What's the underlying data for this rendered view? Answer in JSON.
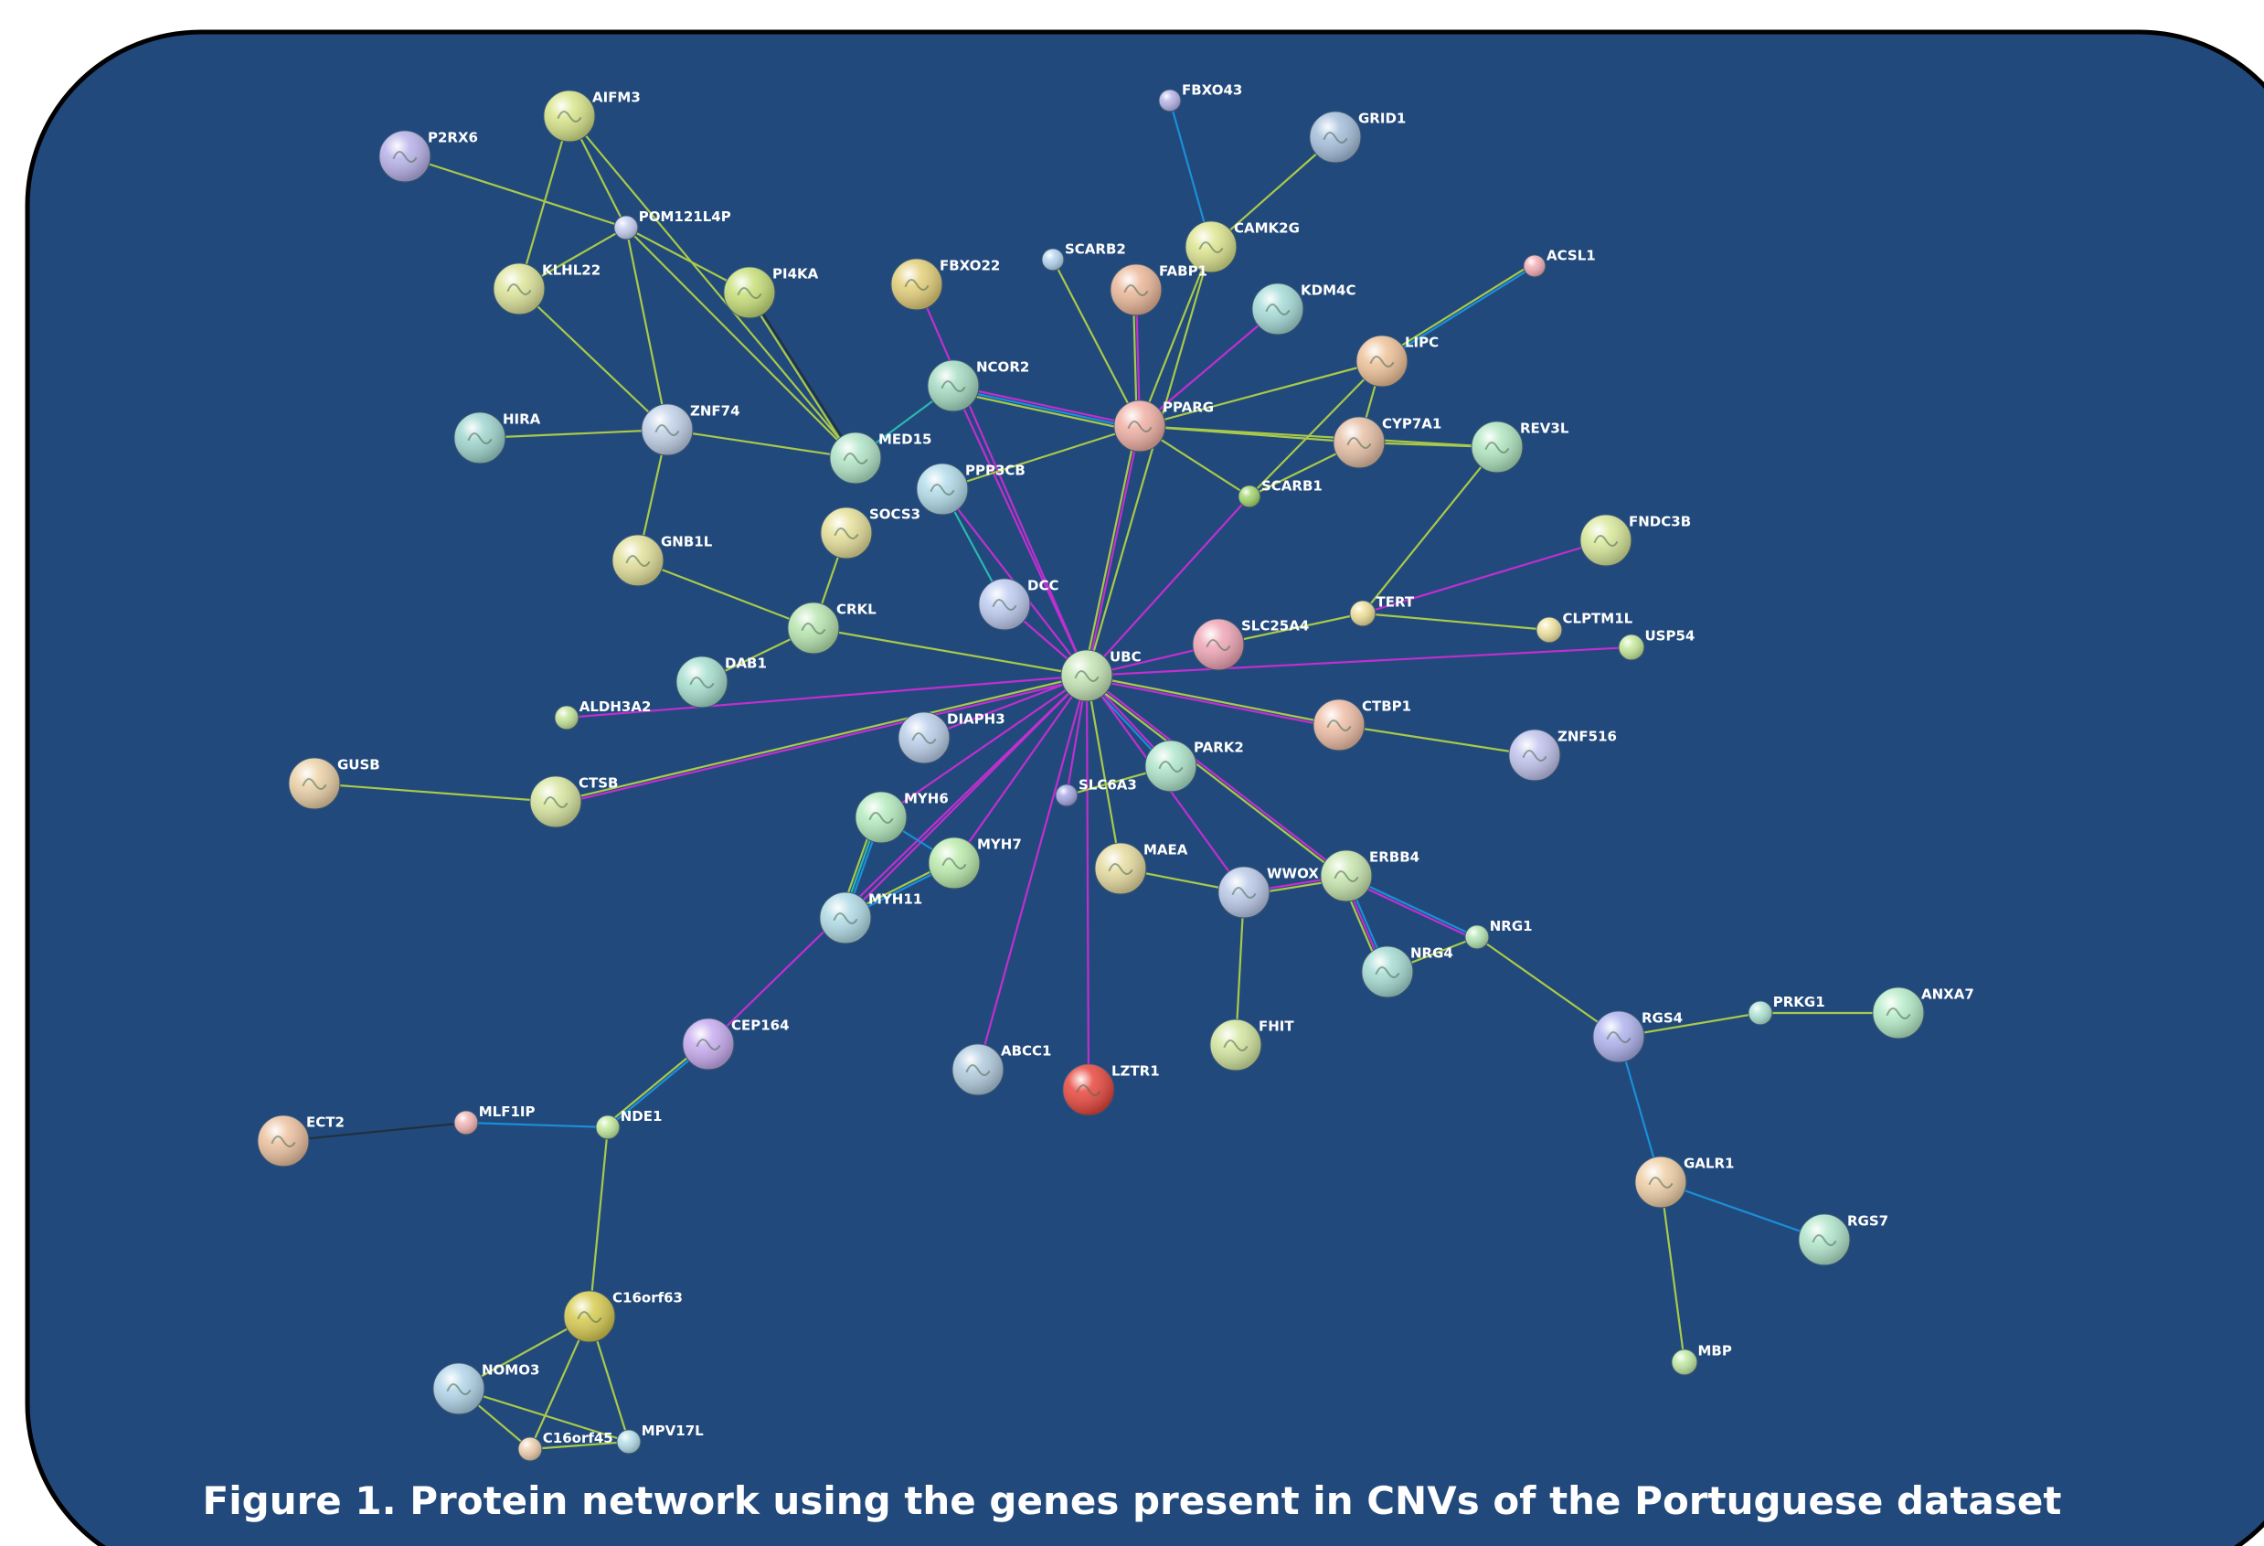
{
  "caption": "Figure 1. Protein network using the genes present in CNVs of the Portuguese dataset",
  "colors": {
    "panel": "#22497b",
    "border": "#000000",
    "edge_olive": "#a9c94a",
    "edge_magenta": "#c02fd0",
    "edge_blue": "#1a8fd8",
    "edge_teal": "#2bb7b0",
    "edge_dark": "#203040"
  },
  "nodes": [
    {
      "id": "AIFM3",
      "color": "#d8e58a"
    },
    {
      "id": "P2RX6",
      "color": "#b9b2ea"
    },
    {
      "id": "POM121L4P",
      "color": "#c7d0f0"
    },
    {
      "id": "KLHL22",
      "color": "#dde59a"
    },
    {
      "id": "PI4KA",
      "color": "#c8e07a"
    },
    {
      "id": "FBXO43",
      "color": "#b8b6ea"
    },
    {
      "id": "GRID1",
      "color": "#a6c0dc"
    },
    {
      "id": "CAMK2G",
      "color": "#dde58f"
    },
    {
      "id": "SCARB2",
      "color": "#b6d6ef"
    },
    {
      "id": "FBXO22",
      "color": "#e4d07a"
    },
    {
      "id": "FABP1",
      "color": "#ebb89a"
    },
    {
      "id": "KDM4C",
      "color": "#a6dcd8"
    },
    {
      "id": "ACSL1",
      "color": "#f4b0b8"
    },
    {
      "id": "LIPC",
      "color": "#efc39a"
    },
    {
      "id": "NCOR2",
      "color": "#a6ddc4"
    },
    {
      "id": "PPARG",
      "color": "#f1b1a6"
    },
    {
      "id": "CYP7A1",
      "color": "#e6c0a6"
    },
    {
      "id": "REV3L",
      "color": "#b0e6c0"
    },
    {
      "id": "HIRA",
      "color": "#a0d6cf"
    },
    {
      "id": "ZNF74",
      "color": "#c2d2ea"
    },
    {
      "id": "MED15",
      "color": "#b2e6c8"
    },
    {
      "id": "PPP3CB",
      "color": "#b2dcea"
    },
    {
      "id": "SCARB1",
      "color": "#a4d670"
    },
    {
      "id": "SOCS3",
      "color": "#e6e09a"
    },
    {
      "id": "GNB1L",
      "color": "#e2e09a"
    },
    {
      "id": "FNDC3B",
      "color": "#d8e89a"
    },
    {
      "id": "DCC",
      "color": "#c0cdf2"
    },
    {
      "id": "TERT",
      "color": "#efe09a"
    },
    {
      "id": "CRKL",
      "color": "#b8e6b0"
    },
    {
      "id": "SLC25A4",
      "color": "#f0a6b6"
    },
    {
      "id": "CLPTM1L",
      "color": "#efe3a0"
    },
    {
      "id": "USP54",
      "color": "#c6ea9a"
    },
    {
      "id": "DAB1",
      "color": "#a8e0d0"
    },
    {
      "id": "UBC",
      "color": "#c6e6b6"
    },
    {
      "id": "ALDH3A2",
      "color": "#c4e69a"
    },
    {
      "id": "DIAPH3",
      "color": "#bccfea"
    },
    {
      "id": "CTBP1",
      "color": "#efbfa8"
    },
    {
      "id": "ZNF516",
      "color": "#c2c4ee"
    },
    {
      "id": "GUSB",
      "color": "#ecd2a8"
    },
    {
      "id": "CTSB",
      "color": "#d8e6a0"
    },
    {
      "id": "PARK2",
      "color": "#b0e6cc"
    },
    {
      "id": "SLC6A3",
      "color": "#a8a8e6"
    },
    {
      "id": "MYH6",
      "color": "#b6ecc0"
    },
    {
      "id": "MYH7",
      "color": "#bcecae"
    },
    {
      "id": "MAEA",
      "color": "#e6dca0"
    },
    {
      "id": "WWOX",
      "color": "#bccbea"
    },
    {
      "id": "ERBB4",
      "color": "#c8e6ae"
    },
    {
      "id": "MYH11",
      "color": "#b2dce6"
    },
    {
      "id": "NRG1",
      "color": "#b6e6b6"
    },
    {
      "id": "NRG4",
      "color": "#a6dcd4"
    },
    {
      "id": "CEP164",
      "color": "#c8acf0"
    },
    {
      "id": "FHIT",
      "color": "#d4e6a0"
    },
    {
      "id": "RGS4",
      "color": "#b0b4ee"
    },
    {
      "id": "PRKG1",
      "color": "#b0e6d6"
    },
    {
      "id": "ANXA7",
      "color": "#b6ecc8"
    },
    {
      "id": "ABCC1",
      "color": "#b2cce0"
    },
    {
      "id": "LZTR1",
      "color": "#e8483e"
    },
    {
      "id": "ECT2",
      "color": "#ecc2a0"
    },
    {
      "id": "MLF1IP",
      "color": "#f4b6b6"
    },
    {
      "id": "NDE1",
      "color": "#c2ea9e"
    },
    {
      "id": "GALR1",
      "color": "#efd0a8"
    },
    {
      "id": "RGS7",
      "color": "#b2e6cc"
    },
    {
      "id": "C16orf63",
      "color": "#d8cc52"
    },
    {
      "id": "MBP",
      "color": "#c2eaa4"
    },
    {
      "id": "NOMO3",
      "color": "#b2d6ea"
    },
    {
      "id": "C16orf45",
      "color": "#efd0b0"
    },
    {
      "id": "MPV17L",
      "color": "#b6e0ea"
    }
  ],
  "edges": [
    [
      "P2RX6",
      "POM121L4P",
      "olive"
    ],
    [
      "AIFM3",
      "POM121L4P",
      "olive"
    ],
    [
      "AIFM3",
      "KLHL22",
      "olive"
    ],
    [
      "AIFM3",
      "MED15",
      "olive"
    ],
    [
      "POM121L4P",
      "KLHL22",
      "olive"
    ],
    [
      "POM121L4P",
      "ZNF74",
      "olive"
    ],
    [
      "POM121L4P",
      "PI4KA",
      "olive"
    ],
    [
      "POM121L4P",
      "MED15",
      "olive"
    ],
    [
      "KLHL22",
      "ZNF74",
      "olive"
    ],
    [
      "PI4KA",
      "MED15",
      "dark"
    ],
    [
      "PI4KA",
      "MED15",
      "olive"
    ],
    [
      "ZNF74",
      "HIRA",
      "olive"
    ],
    [
      "ZNF74",
      "MED15",
      "olive"
    ],
    [
      "ZNF74",
      "GNB1L",
      "olive"
    ],
    [
      "MED15",
      "NCOR2",
      "teal"
    ],
    [
      "NCOR2",
      "PPARG",
      "magenta"
    ],
    [
      "NCOR2",
      "PPARG",
      "blue"
    ],
    [
      "NCOR2",
      "PPARG",
      "olive"
    ],
    [
      "NCOR2",
      "UBC",
      "magenta"
    ],
    [
      "FBXO22",
      "UBC",
      "magenta"
    ],
    [
      "SCARB2",
      "PPARG",
      "olive"
    ],
    [
      "FBXO43",
      "CAMK2G",
      "blue"
    ],
    [
      "GRID1",
      "CAMK2G",
      "olive"
    ],
    [
      "CAMK2G",
      "PPARG",
      "olive"
    ],
    [
      "CAMK2G",
      "UBC",
      "olive"
    ],
    [
      "FABP1",
      "PPARG",
      "magenta"
    ],
    [
      "FABP1",
      "PPARG",
      "olive"
    ],
    [
      "KDM4C",
      "PPARG",
      "magenta"
    ],
    [
      "ACSL1",
      "LIPC",
      "blue"
    ],
    [
      "ACSL1",
      "LIPC",
      "olive"
    ],
    [
      "LIPC",
      "PPARG",
      "olive"
    ],
    [
      "LIPC",
      "CYP7A1",
      "olive"
    ],
    [
      "LIPC",
      "SCARB1",
      "olive"
    ],
    [
      "PPARG",
      "CYP7A1",
      "olive"
    ],
    [
      "PPARG",
      "REV3L",
      "olive"
    ],
    [
      "PPARG",
      "SCARB1",
      "olive"
    ],
    [
      "PPARG",
      "PPP3CB",
      "olive"
    ],
    [
      "PPARG",
      "UBC",
      "magenta"
    ],
    [
      "PPARG",
      "UBC",
      "olive"
    ],
    [
      "CYP7A1",
      "SCARB1",
      "olive"
    ],
    [
      "CYP7A1",
      "REV3L",
      "olive"
    ],
    [
      "SCARB1",
      "UBC",
      "magenta"
    ],
    [
      "REV3L",
      "TERT",
      "olive"
    ],
    [
      "FNDC3B",
      "TERT",
      "magenta"
    ],
    [
      "TERT",
      "CLPTM1L",
      "olive"
    ],
    [
      "TERT",
      "SLC25A4",
      "olive"
    ],
    [
      "PPP3CB",
      "DCC",
      "teal"
    ],
    [
      "PPP3CB",
      "UBC",
      "magenta"
    ],
    [
      "SOCS3",
      "CRKL",
      "olive"
    ],
    [
      "GNB1L",
      "CRKL",
      "olive"
    ],
    [
      "DCC",
      "UBC",
      "magenta"
    ],
    [
      "CRKL",
      "DAB1",
      "olive"
    ],
    [
      "CRKL",
      "UBC",
      "olive"
    ],
    [
      "SLC25A4",
      "UBC",
      "magenta"
    ],
    [
      "USP54",
      "UBC",
      "magenta"
    ],
    [
      "ALDH3A2",
      "UBC",
      "magenta"
    ],
    [
      "DIAPH3",
      "UBC",
      "magenta"
    ],
    [
      "UBC",
      "CTBP1",
      "olive"
    ],
    [
      "UBC",
      "CTBP1",
      "magenta"
    ],
    [
      "CTBP1",
      "ZNF516",
      "olive"
    ],
    [
      "GUSB",
      "CTSB",
      "olive"
    ],
    [
      "CTSB",
      "UBC",
      "olive"
    ],
    [
      "CTSB",
      "UBC",
      "magenta"
    ],
    [
      "UBC",
      "PARK2",
      "magenta"
    ],
    [
      "UBC",
      "PARK2",
      "blue"
    ],
    [
      "UBC",
      "SLC6A3",
      "magenta"
    ],
    [
      "UBC",
      "MYH6",
      "magenta"
    ],
    [
      "UBC",
      "MYH7",
      "magenta"
    ],
    [
      "UBC",
      "MYH11",
      "magenta"
    ],
    [
      "UBC",
      "MAEA",
      "olive"
    ],
    [
      "UBC",
      "WWOX",
      "magenta"
    ],
    [
      "UBC",
      "ERBB4",
      "magenta"
    ],
    [
      "UBC",
      "ERBB4",
      "olive"
    ],
    [
      "UBC",
      "CEP164",
      "magenta"
    ],
    [
      "UBC",
      "ABCC1",
      "magenta"
    ],
    [
      "UBC",
      "LZTR1",
      "magenta"
    ],
    [
      "PARK2",
      "SLC6A3",
      "olive"
    ],
    [
      "MYH6",
      "MYH7",
      "blue"
    ],
    [
      "MYH6",
      "MYH11",
      "blue"
    ],
    [
      "MYH6",
      "MYH11",
      "teal"
    ],
    [
      "MYH6",
      "MYH11",
      "olive"
    ],
    [
      "MYH7",
      "MYH11",
      "blue"
    ],
    [
      "MYH7",
      "MYH11",
      "olive"
    ],
    [
      "MAEA",
      "WWOX",
      "olive"
    ],
    [
      "WWOX",
      "ERBB4",
      "magenta"
    ],
    [
      "WWOX",
      "ERBB4",
      "olive"
    ],
    [
      "WWOX",
      "FHIT",
      "olive"
    ],
    [
      "ERBB4",
      "NRG1",
      "blue"
    ],
    [
      "ERBB4",
      "NRG1",
      "magenta"
    ],
    [
      "ERBB4",
      "NRG4",
      "blue"
    ],
    [
      "ERBB4",
      "NRG4",
      "magenta"
    ],
    [
      "ERBB4",
      "NRG4",
      "olive"
    ],
    [
      "NRG4",
      "NRG1",
      "olive"
    ],
    [
      "NRG1",
      "RGS4",
      "olive"
    ],
    [
      "RGS4",
      "PRKG1",
      "olive"
    ],
    [
      "PRKG1",
      "ANXA7",
      "olive"
    ],
    [
      "RGS4",
      "GALR1",
      "blue"
    ],
    [
      "GALR1",
      "RGS7",
      "blue"
    ],
    [
      "GALR1",
      "MBP",
      "olive"
    ],
    [
      "CEP164",
      "NDE1",
      "blue"
    ],
    [
      "CEP164",
      "NDE1",
      "olive"
    ],
    [
      "MLF1IP",
      "NDE1",
      "blue"
    ],
    [
      "ECT2",
      "MLF1IP",
      "dark"
    ],
    [
      "NDE1",
      "C16orf63",
      "olive"
    ],
    [
      "C16orf63",
      "NOMO3",
      "olive"
    ],
    [
      "C16orf63",
      "C16orf45",
      "olive"
    ],
    [
      "C16orf63",
      "MPV17L",
      "olive"
    ],
    [
      "NOMO3",
      "C16orf45",
      "olive"
    ],
    [
      "NOMO3",
      "MPV17L",
      "olive"
    ],
    [
      "C16orf45",
      "MPV17L",
      "olive"
    ]
  ]
}
